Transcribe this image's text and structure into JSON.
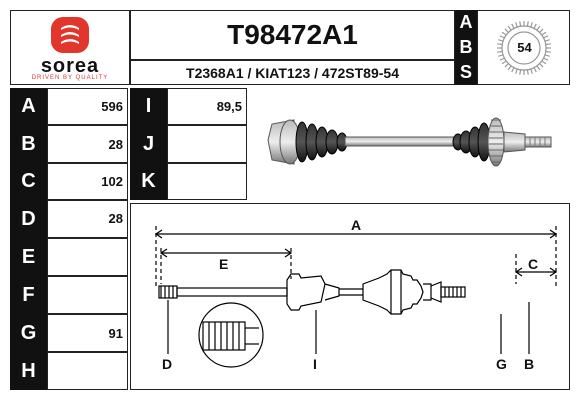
{
  "logo": {
    "brand": "sorea",
    "tagline": "DRIVEN BY QUALITY",
    "colors": {
      "red": "#e0362c",
      "white": "#ffffff"
    }
  },
  "header": {
    "part_number": "T98472A1",
    "cross_refs": "T2368A1 / KIAT123 / 472ST89-54",
    "abs_letters": [
      "A",
      "B",
      "S"
    ],
    "abs_teeth": "54"
  },
  "specs_left": [
    {
      "label": "A",
      "value": "596"
    },
    {
      "label": "B",
      "value": "28"
    },
    {
      "label": "C",
      "value": "102"
    },
    {
      "label": "D",
      "value": "28"
    },
    {
      "label": "E",
      "value": ""
    },
    {
      "label": "F",
      "value": ""
    },
    {
      "label": "G",
      "value": "91"
    },
    {
      "label": "H",
      "value": ""
    }
  ],
  "specs_right": [
    {
      "label": "I",
      "value": "89,5"
    },
    {
      "label": "J",
      "value": ""
    },
    {
      "label": "K",
      "value": ""
    }
  ],
  "diagram_labels": {
    "A": "A",
    "C": "C",
    "E": "E",
    "D": "D",
    "I": "I",
    "G": "G",
    "B": "B"
  }
}
